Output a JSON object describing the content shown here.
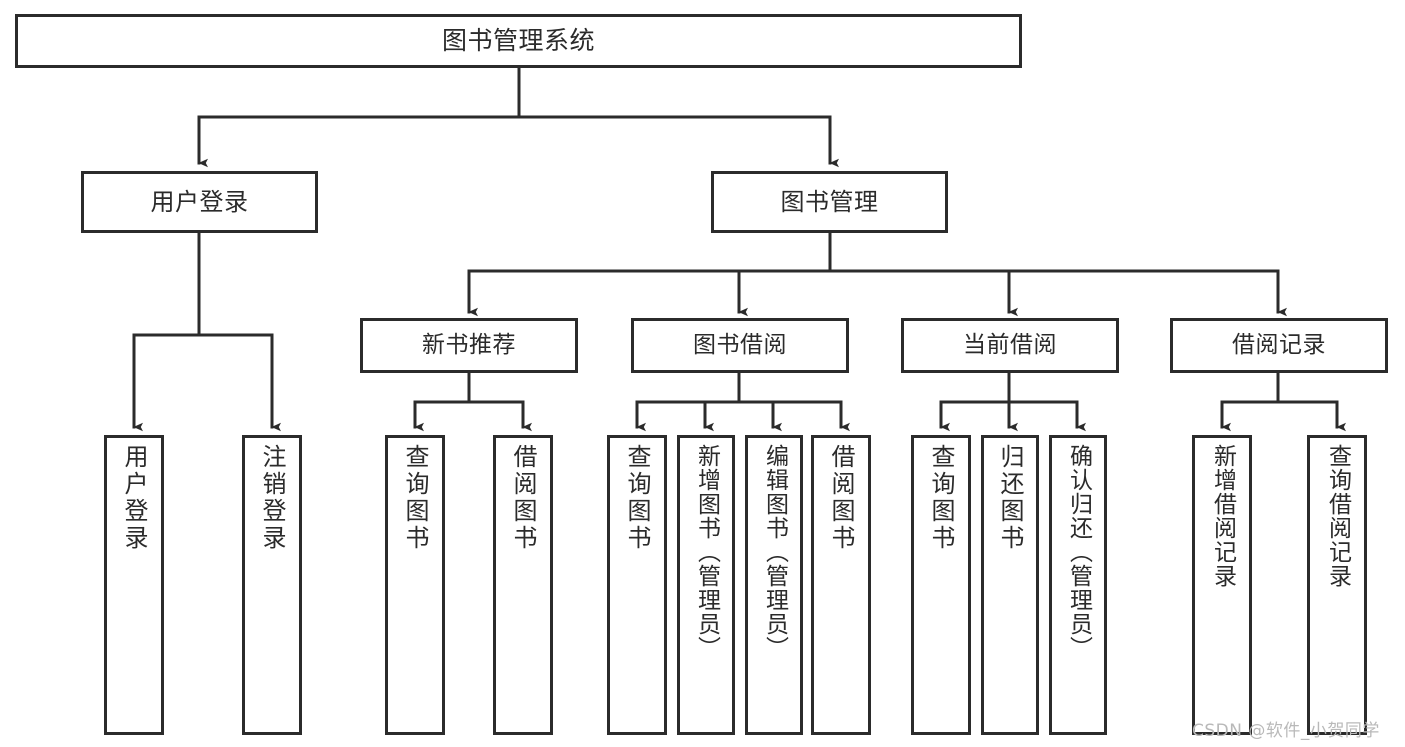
{
  "diagram": {
    "type": "tree-hierarchy-chart",
    "title": "图书管理系统",
    "watermark": "CSDN @软件_小贺同学",
    "colors": {
      "stroke": "#2b2b2b",
      "fill": "#ffffff",
      "text": "#2b2b2b",
      "watermark": "#b9b9b9"
    },
    "root": {
      "label": "图书管理系统"
    },
    "level1": [
      {
        "label": "用户登录"
      },
      {
        "label": "图书管理"
      }
    ],
    "level2": [
      {
        "label": "新书推荐"
      },
      {
        "label": "图书借阅"
      },
      {
        "label": "当前借阅"
      },
      {
        "label": "借阅记录"
      }
    ],
    "leaves": {
      "user_login": [
        {
          "label": "用户登录"
        },
        {
          "label": "注销登录"
        }
      ],
      "new_book_recommend": [
        {
          "label": "查询图书"
        },
        {
          "label": "借阅图书"
        }
      ],
      "book_borrow": [
        {
          "label": "查询图书"
        },
        {
          "label": "新增图书（管理员）"
        },
        {
          "label": "编辑图书（管理员）"
        },
        {
          "label": "借阅图书"
        }
      ],
      "current_borrow": [
        {
          "label": "查询图书"
        },
        {
          "label": "归还图书"
        },
        {
          "label": "确认归还（管理员）"
        }
      ],
      "borrow_record": [
        {
          "label": "新增借阅记录"
        },
        {
          "label": "查询借阅记录"
        }
      ]
    }
  }
}
